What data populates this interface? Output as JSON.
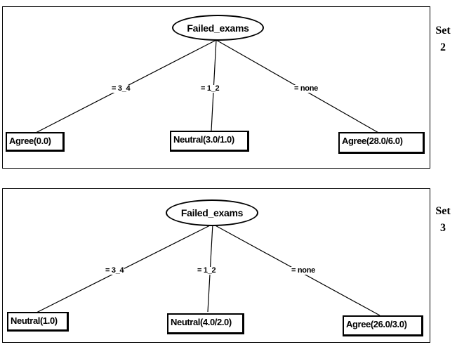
{
  "trees": [
    {
      "set_label": {
        "word": "Set",
        "number": "2"
      },
      "root": "Failed_exams",
      "branches": [
        {
          "edge": "= 3_4",
          "leaf": "Agree(0.0)"
        },
        {
          "edge": "= 1_2",
          "leaf": "Neutral(3.0/1.0)"
        },
        {
          "edge": "= none",
          "leaf": "Agree(28.0/6.0)"
        }
      ]
    },
    {
      "set_label": {
        "word": "Set",
        "number": "3"
      },
      "root": "Failed_exams",
      "branches": [
        {
          "edge": "= 3_4",
          "leaf": "Neutral(1.0)"
        },
        {
          "edge": "= 1_2",
          "leaf": "Neutral(4.0/2.0)"
        },
        {
          "edge": "= none",
          "leaf": "Agree(26.0/3.0)"
        }
      ]
    }
  ]
}
